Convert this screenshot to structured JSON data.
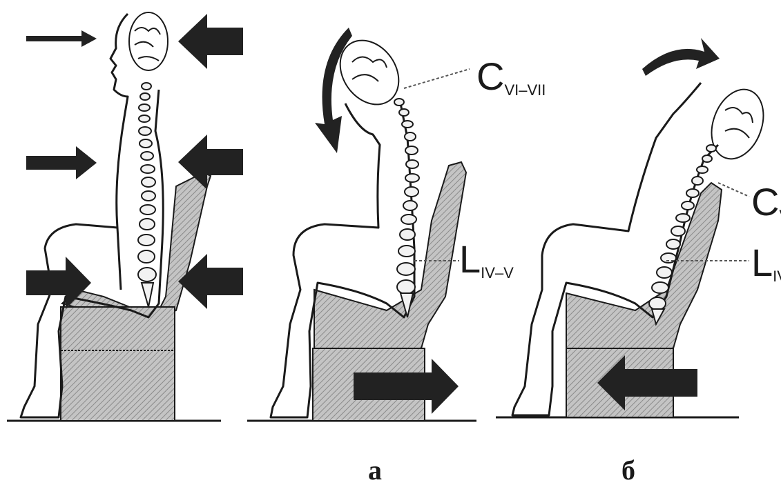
{
  "labels": {
    "c_upper": {
      "main": "C",
      "sub": "VI–VII"
    },
    "l_upper": {
      "main": "L",
      "sub": "IV–V"
    },
    "c_lower": {
      "main": "C",
      "sub": "V"
    },
    "l_lower": {
      "main": "L",
      "sub": "IV"
    }
  },
  "panels": {
    "a": "а",
    "b": "б"
  },
  "colors": {
    "ink": "#1a1a1a",
    "seat": "#bdbdbd",
    "hatch": "#8a8a8a",
    "arrow": "#222222"
  }
}
